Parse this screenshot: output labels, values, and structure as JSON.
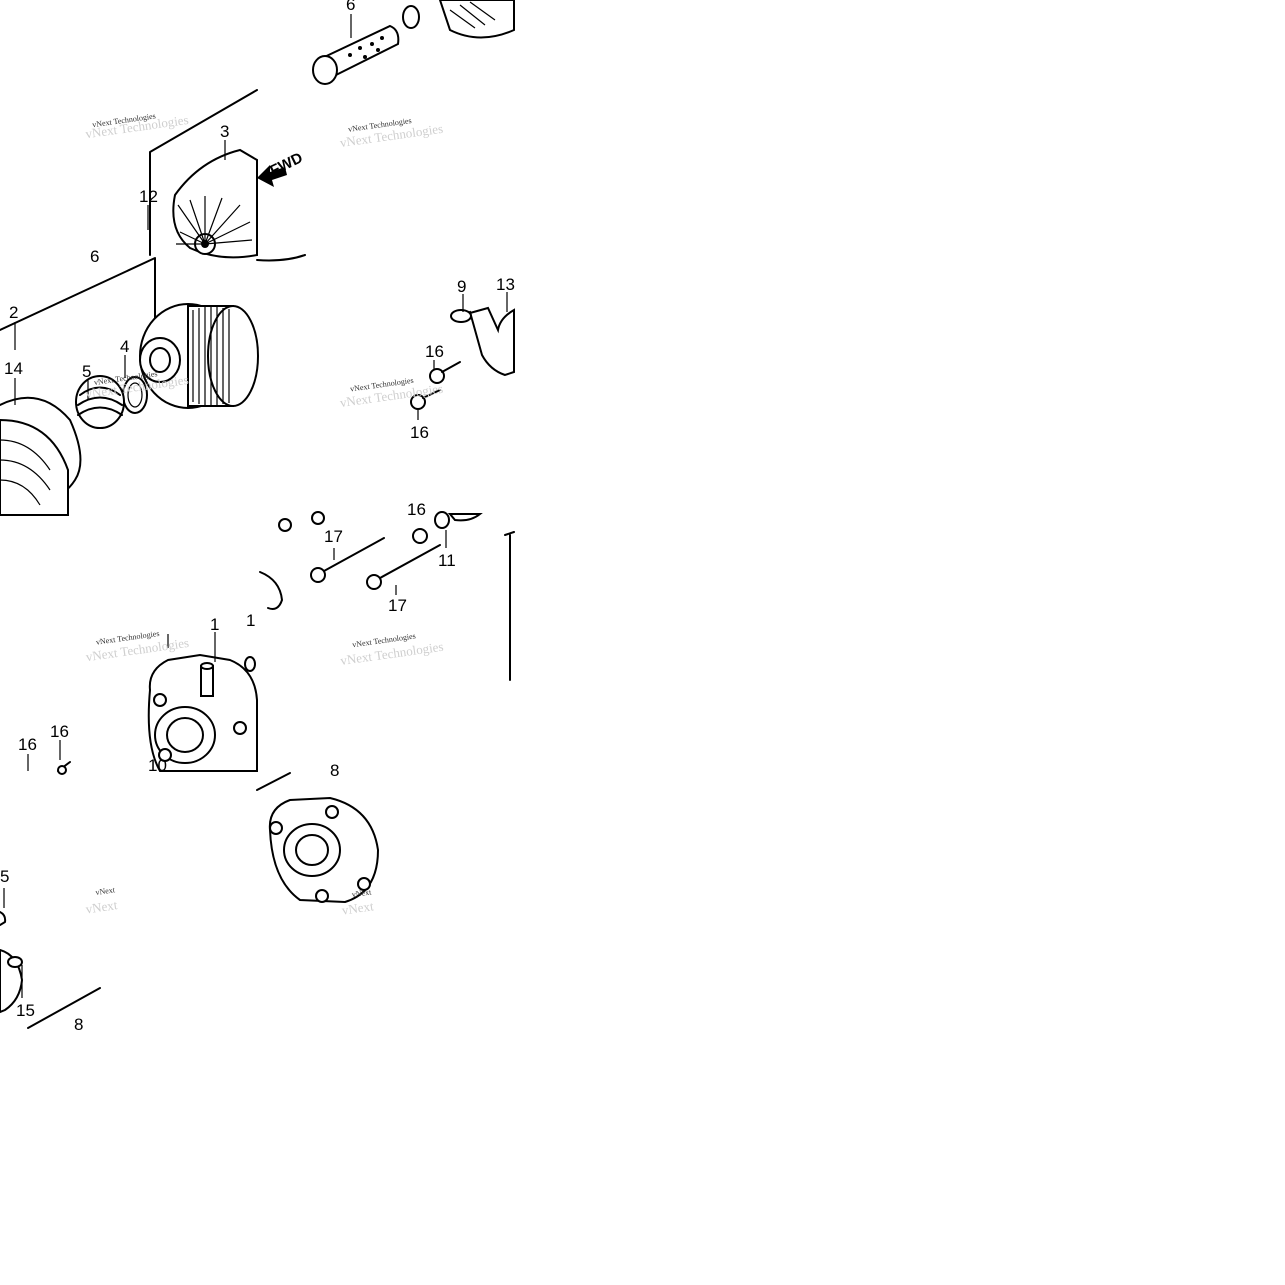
{
  "callouts": {
    "c6a": "6",
    "c3": "3",
    "c12": "12",
    "c6b": "6",
    "c2": "2",
    "c14": "14",
    "c5a": "5",
    "c4": "4",
    "c9": "9",
    "c13": "13",
    "c16a": "16",
    "c16b": "16",
    "c17a": "17",
    "c17b": "17",
    "c16c": "16",
    "c11": "11",
    "c1a": "1",
    "c1b": "1",
    "c16d": "16",
    "c16e": "16",
    "c10": "10",
    "c8a": "8",
    "c5b": "5",
    "c15": "15",
    "c8b": "8"
  },
  "fwd_label": "FWD",
  "watermark": {
    "text": "vNext Technologies",
    "ghost": "vNext Technologies",
    "short": "vNext"
  }
}
